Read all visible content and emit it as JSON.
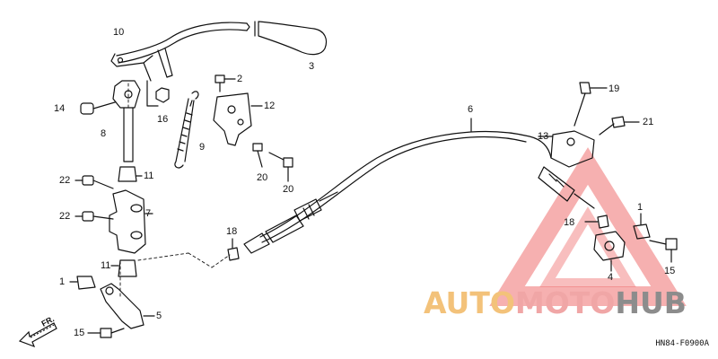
{
  "callouts": {
    "c10": "10",
    "c3": "3",
    "c2": "2",
    "c12": "12",
    "c14": "14",
    "c16": "16",
    "c8": "8",
    "c9": "9",
    "c11a": "11",
    "c22a": "22",
    "c22b": "22",
    "c7": "7",
    "c20a": "20",
    "c20b": "20",
    "c6": "6",
    "c19": "19",
    "c21": "21",
    "c13": "13",
    "c1a": "1",
    "c18a": "18",
    "c18b": "18",
    "c4": "4",
    "c15a": "15",
    "c11b": "11",
    "c1b": "1",
    "c5": "5",
    "c15b": "15"
  },
  "front_arrow_label": "FR.",
  "diagram_code": "HN84-F0900A",
  "watermark": {
    "part1": "AUTO",
    "part2": "MOTO",
    "part3": "HUB"
  },
  "colors": {
    "line": "#111111",
    "watermark_triangle": "#ef6f6f",
    "watermark_auto": "#f3c27a",
    "watermark_moto": "#f0a6a6",
    "watermark_hub": "#8c8c8c"
  }
}
